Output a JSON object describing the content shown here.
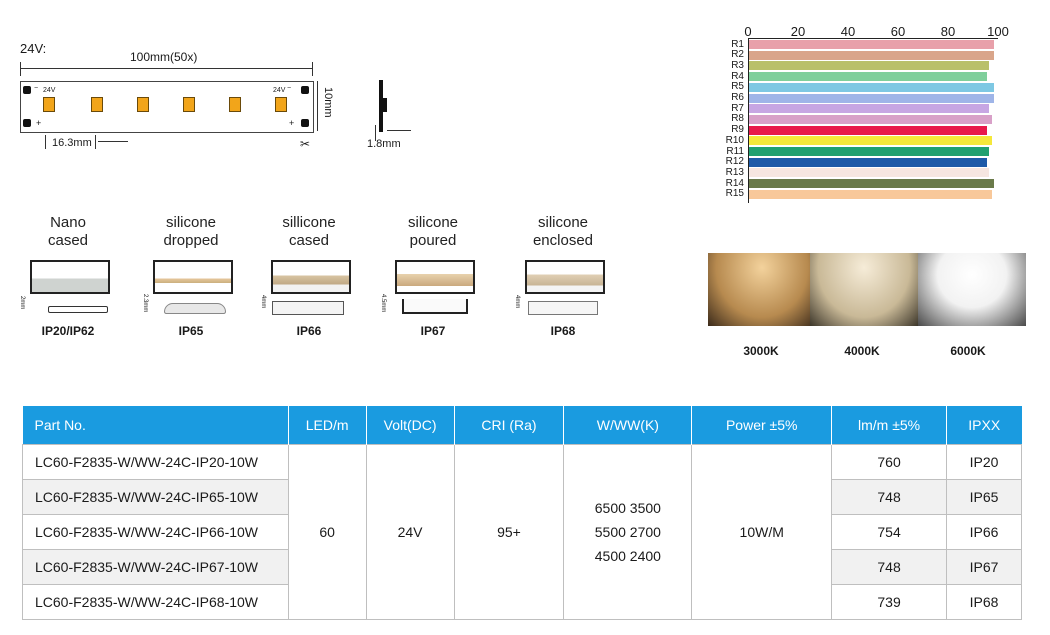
{
  "strip": {
    "voltage": "24V:",
    "length": "100mm(50x)",
    "width": "10mm",
    "pitch": "16.3mm",
    "thickness": "1.8mm",
    "pad_label": "24V",
    "minus": "−",
    "plus": "+"
  },
  "encapsulation": [
    {
      "title1": "Nano",
      "title2": "cased",
      "ip": "IP20/IP62",
      "height": "2mm"
    },
    {
      "title1": "silicone",
      "title2": "dropped",
      "ip": "IP65",
      "height": "2.3mm"
    },
    {
      "title1": "sillicone",
      "title2": "cased",
      "ip": "IP66",
      "height": "4mm"
    },
    {
      "title1": "silicone",
      "title2": "poured",
      "ip": "IP67",
      "height": "4.5mm"
    },
    {
      "title1": "silicone",
      "title2": "enclosed",
      "ip": "IP68",
      "height": "4mm"
    }
  ],
  "chart_data": {
    "type": "bar",
    "orientation": "horizontal",
    "categories": [
      "R1",
      "R2",
      "R3",
      "R4",
      "R5",
      "R6",
      "R7",
      "R8",
      "R9",
      "R10",
      "R11",
      "R12",
      "R13",
      "R14",
      "R15"
    ],
    "values": [
      98,
      98,
      96,
      95,
      98,
      98,
      96,
      97,
      95,
      97,
      96,
      95,
      96,
      98,
      97
    ],
    "colors": [
      "#e8a0aa",
      "#d9a58a",
      "#b9c06a",
      "#7fcf9b",
      "#7ec8e3",
      "#9fb5e8",
      "#c7a6e3",
      "#d8a0c8",
      "#e8184a",
      "#f5e83a",
      "#20a070",
      "#1e5aa8",
      "#f6e6e0",
      "#6a7a4a",
      "#f8c89a"
    ],
    "ticks": [
      "0",
      "20",
      "40",
      "60",
      "80",
      "100"
    ],
    "xlim": [
      0,
      100
    ]
  },
  "photos": [
    {
      "label": "3000K",
      "color": "#e9b770"
    },
    {
      "label": "4000K",
      "color": "#e9d9b8"
    },
    {
      "label": "6000K",
      "color": "#ffffff"
    }
  ],
  "table": {
    "headers": [
      "Part No.",
      "LED/m",
      "Volt(DC)",
      "CRI (Ra)",
      "W/WW(K)",
      "Power ±5%",
      "lm/m ±5%",
      "IPXX"
    ],
    "rows": [
      {
        "part": "LC60-F2835-W/WW-24C-IP20-10W",
        "lm": "760",
        "ip": "IP20"
      },
      {
        "part": "LC60-F2835-W/WW-24C-IP65-10W",
        "lm": "748",
        "ip": "IP65"
      },
      {
        "part": "LC60-F2835-W/WW-24C-IP66-10W",
        "lm": "754",
        "ip": "IP66"
      },
      {
        "part": "LC60-F2835-W/WW-24C-IP67-10W",
        "lm": "748",
        "ip": "IP67"
      },
      {
        "part": "LC60-F2835-W/WW-24C-IP68-10W",
        "lm": "739",
        "ip": "IP68"
      }
    ],
    "led": "60",
    "volt": "24V",
    "cri": "95+",
    "ww_lines": [
      "6500 3500",
      "5500 2700",
      "4500 2400"
    ],
    "power": "10W/M"
  }
}
